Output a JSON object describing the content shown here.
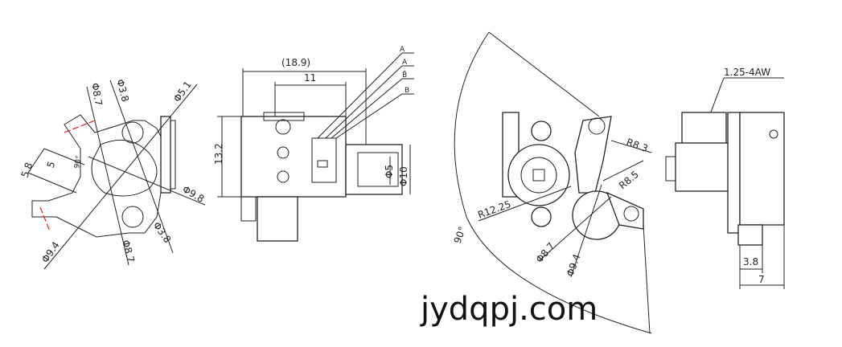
{
  "views": {
    "left": {
      "dims": [
        "Φ8.7",
        "Φ3.8",
        "Φ5.1",
        "5.8",
        "5",
        "90°",
        "Φ9.8",
        "Φ9.4",
        "Φ8.7",
        "Φ3.8"
      ]
    },
    "front": {
      "overall_width": "(18.9)",
      "inner_width": "11",
      "height": "13.2",
      "pins": [
        "A",
        "A",
        "B̄",
        "B"
      ],
      "shaft_dia": "Φ5",
      "boss_dia": "Φ10"
    },
    "right": {
      "dims": [
        "R8.3",
        "R8.5",
        "R12.25",
        "90°",
        "Φ8.7",
        "Φ9.4"
      ]
    },
    "side": {
      "connector": "1.25-4AW",
      "dim_a": "3.8",
      "dim_b": "7"
    }
  },
  "watermark": "jydqpj.com"
}
